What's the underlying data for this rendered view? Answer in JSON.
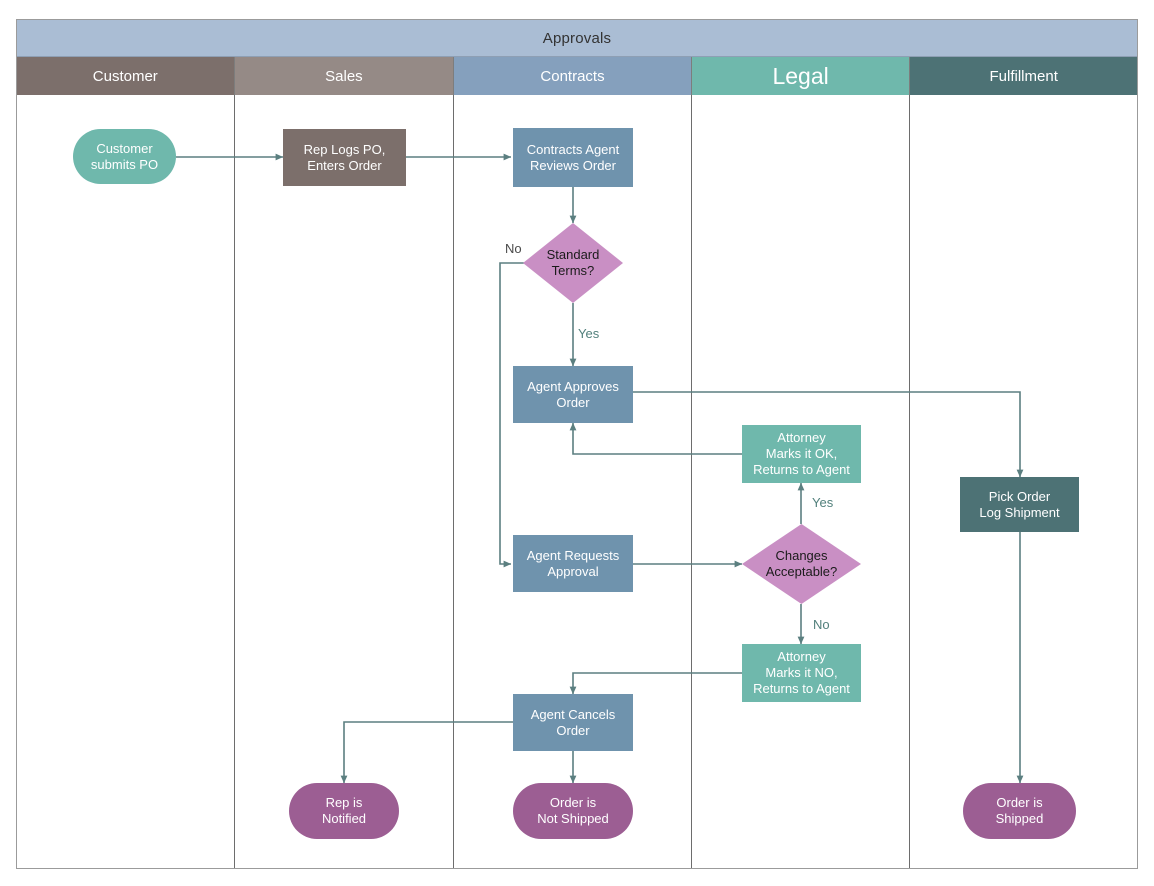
{
  "pool": {
    "title": "Approvals"
  },
  "lanes": [
    {
      "name": "Customer",
      "color": "#7c6f6b"
    },
    {
      "name": "Sales",
      "color": "#958a86"
    },
    {
      "name": "Contracts",
      "color": "#85a0bd"
    },
    {
      "name": "Legal",
      "color": "#6fb8ac"
    },
    {
      "name": "Fulfillment",
      "color": "#4d7275"
    }
  ],
  "nodes": [
    {
      "id": "customer-submits-po",
      "label": "Customer\nsubmits PO",
      "shape": "terminator",
      "lane": "Customer",
      "color": "#6fb8ac"
    },
    {
      "id": "rep-logs-po",
      "label": "Rep Logs PO,\nEnters Order",
      "shape": "process",
      "lane": "Sales",
      "color": "#7c6f6b"
    },
    {
      "id": "contracts-agent-reviews",
      "label": "Contracts Agent\nReviews Order",
      "shape": "process",
      "lane": "Contracts",
      "color": "#6f93ad"
    },
    {
      "id": "standard-terms",
      "label": "Standard\nTerms?",
      "shape": "decision",
      "lane": "Contracts",
      "color": "#c98fc4"
    },
    {
      "id": "agent-approves-order",
      "label": "Agent Approves\nOrder",
      "shape": "process",
      "lane": "Contracts",
      "color": "#6f93ad"
    },
    {
      "id": "attorney-marks-ok",
      "label": "Attorney\nMarks it OK,\nReturns to Agent",
      "shape": "process",
      "lane": "Legal",
      "color": "#6fb8ac"
    },
    {
      "id": "agent-requests-approval",
      "label": "Agent Requests\nApproval",
      "shape": "process",
      "lane": "Contracts",
      "color": "#6f93ad"
    },
    {
      "id": "changes-acceptable",
      "label": "Changes\nAcceptable?",
      "shape": "decision",
      "lane": "Legal",
      "color": "#c98fc4"
    },
    {
      "id": "attorney-marks-no",
      "label": "Attorney\nMarks it NO,\nReturns to Agent",
      "shape": "process",
      "lane": "Legal",
      "color": "#6fb8ac"
    },
    {
      "id": "agent-cancels-order",
      "label": "Agent Cancels\nOrder",
      "shape": "process",
      "lane": "Contracts",
      "color": "#6f93ad"
    },
    {
      "id": "pick-order-log-shipment",
      "label": "Pick Order\nLog Shipment",
      "shape": "process",
      "lane": "Fulfillment",
      "color": "#4d7275"
    },
    {
      "id": "rep-is-notified",
      "label": "Rep is\nNotified",
      "shape": "terminator",
      "lane": "Sales",
      "color": "#9c5e93"
    },
    {
      "id": "order-is-not-shipped",
      "label": "Order is\nNot Shipped",
      "shape": "terminator",
      "lane": "Contracts",
      "color": "#9c5e93"
    },
    {
      "id": "order-is-shipped",
      "label": "Order is\nShipped",
      "shape": "terminator",
      "lane": "Fulfillment",
      "color": "#9c5e93"
    }
  ],
  "edge_labels": [
    {
      "id": "standard-terms-no",
      "text": "No"
    },
    {
      "id": "standard-terms-yes",
      "text": "Yes"
    },
    {
      "id": "changes-acceptable-yes",
      "text": "Yes"
    },
    {
      "id": "changes-acceptable-no",
      "text": "No"
    }
  ],
  "style": {
    "connector_color": "#5b7f80",
    "pool_title_bg": "#aabdd4",
    "canvas_bg": "#ffffff"
  }
}
